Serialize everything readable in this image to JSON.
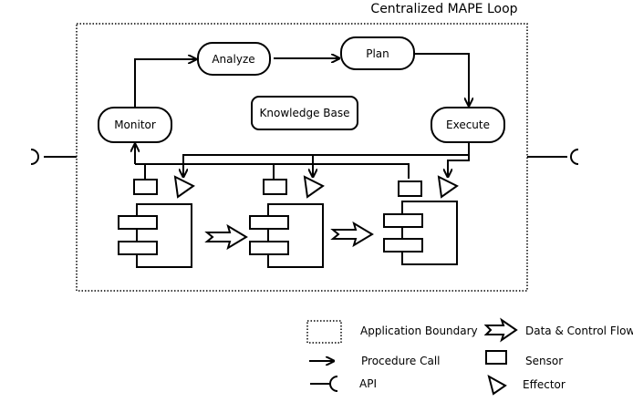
{
  "diagram": {
    "title": "Centralized MAPE Loop",
    "nodes": {
      "monitor": "Monitor",
      "analyze": "Analyze",
      "plan": "Plan",
      "execute": "Execute",
      "knowledge": "Knowledge Base"
    },
    "managed_component_count": 3
  },
  "legend": {
    "application_boundary": "Application Boundary",
    "data_control_flow": "Data & Control Flow",
    "procedure_call": "Procedure Call",
    "sensor": "Sensor",
    "api": "API",
    "effector": "Effector"
  }
}
